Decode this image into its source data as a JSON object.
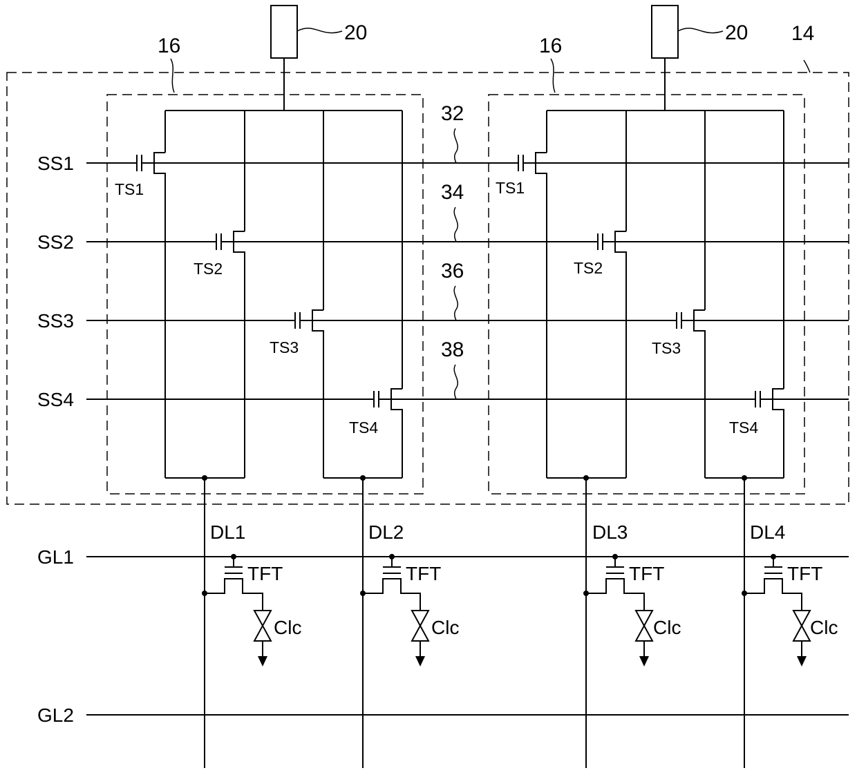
{
  "labels": {
    "ref_14": "14",
    "ref_16": "16",
    "ref_20": "20",
    "ref_32": "32",
    "ref_34": "34",
    "ref_36": "36",
    "ref_38": "38"
  },
  "sense_lines": [
    "SS1",
    "SS2",
    "SS3",
    "SS4"
  ],
  "switches": [
    "TS1",
    "TS2",
    "TS3",
    "TS4"
  ],
  "data_lines": [
    "DL1",
    "DL2",
    "DL3",
    "DL4"
  ],
  "gate_lines": [
    "GL1",
    "GL2"
  ],
  "pixel": {
    "tft": "TFT",
    "clc": "Clc"
  }
}
